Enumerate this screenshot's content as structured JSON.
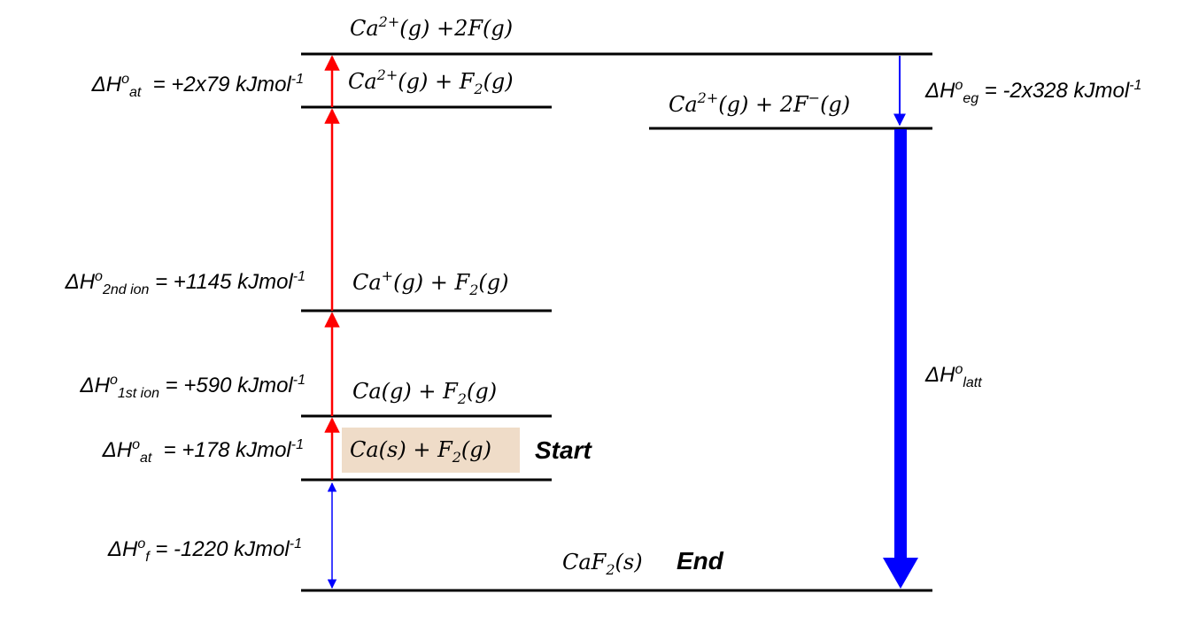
{
  "colors": {
    "level_line": "#000000",
    "endothermic_arrow": "#ff0000",
    "exothermic_arrow": "#0000ff",
    "start_highlight": "#efdcc8"
  },
  "levels": [
    {
      "id": "ca2-2f",
      "species": {
        "main": "Ca",
        "sup": "2+",
        "rest": "(g) +2F(g)"
      }
    },
    {
      "id": "ca2-f2",
      "species": {
        "main": "Ca",
        "sup": "2+",
        "rest": "(g) + F",
        "sub2": "2",
        "rest2": "(g)"
      }
    },
    {
      "id": "ca2-2fminus",
      "species": {
        "main": "Ca",
        "sup": "2+",
        "rest": "(g) + 2F",
        "sup2": "−",
        "rest2": "(g)"
      }
    },
    {
      "id": "caplus-f2",
      "species": {
        "main": "Ca",
        "sup": "+",
        "rest": "(g) + F",
        "sub2": "2",
        "rest2": "(g)"
      }
    },
    {
      "id": "cag-f2",
      "species": {
        "main": "Ca(g) + F",
        "sub": "2",
        "rest": "(g)"
      }
    },
    {
      "id": "cas-f2",
      "species": {
        "main": "Ca(s) + F",
        "sub": "2",
        "rest": "(g)"
      },
      "tag": "Start"
    },
    {
      "id": "caf2",
      "species": {
        "main": "CaF",
        "sub": "2",
        "rest": "(s)"
      },
      "tag": "End"
    }
  ],
  "enthalpies": {
    "at_f": {
      "pre": "ΔH",
      "sup": "o",
      "sub": "at",
      "post": "  = +2x79 kJmol",
      "exp": "-1"
    },
    "eg": {
      "pre": "ΔH",
      "sup": "o",
      "sub": "eg",
      "post": " = -2x328 kJmol",
      "exp": "-1"
    },
    "ion2": {
      "pre": "ΔH",
      "sup": "o",
      "sub": "2nd ion",
      "post": " = +1145 kJmol",
      "exp": "-1"
    },
    "ion1": {
      "pre": "ΔH",
      "sup": "o",
      "sub": "1st ion",
      "post": " = +590 kJmol",
      "exp": "-1"
    },
    "at_ca": {
      "pre": "ΔH",
      "sup": "o",
      "sub": "at",
      "post": "  = +178 kJmol",
      "exp": "-1"
    },
    "f": {
      "pre": "ΔH",
      "sup": "o",
      "sub": "f",
      "post": " = -1220 kJmol",
      "exp": "-1"
    },
    "latt": {
      "pre": "ΔH",
      "sup": "o",
      "sub": "latt"
    }
  }
}
